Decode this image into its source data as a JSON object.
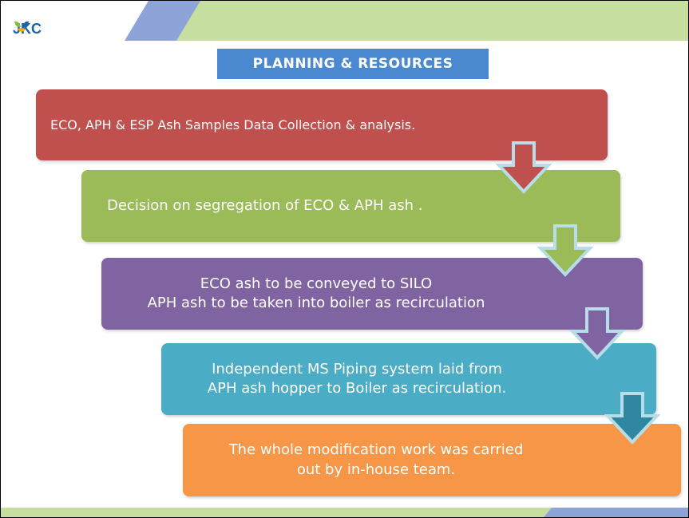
{
  "header": {
    "logo_text": "JKC",
    "colors": {
      "green_band": "#c6dea0",
      "blue_band": "#8ea4d8"
    }
  },
  "title": "PLANNING & RESOURCES",
  "steps": [
    {
      "text": "ECO, APH & ESP Ash Samples Data Collection &  analysis.",
      "color": "#c0504d"
    },
    {
      "text": "Decision on segregation of ECO & APH ash .",
      "color": "#9bbb59"
    },
    {
      "text": "ECO ash to be conveyed to SILO\nAPH ash to be taken into boiler as recirculation",
      "color": "#8064a2"
    },
    {
      "text": "Independent MS Piping system laid from\nAPH ash hopper to Boiler as recirculation.",
      "color": "#4bacc6"
    },
    {
      "text": "The whole modification work was carried\nout by in-house team.",
      "color": "#f79646"
    }
  ],
  "arrows": [
    {
      "icon": "down-arrow-icon",
      "color": "#c0504d"
    },
    {
      "icon": "down-arrow-icon",
      "color": "#9bbb59"
    },
    {
      "icon": "down-arrow-icon",
      "color": "#8064a2"
    },
    {
      "icon": "down-arrow-icon",
      "color": "#4bacc6"
    }
  ]
}
